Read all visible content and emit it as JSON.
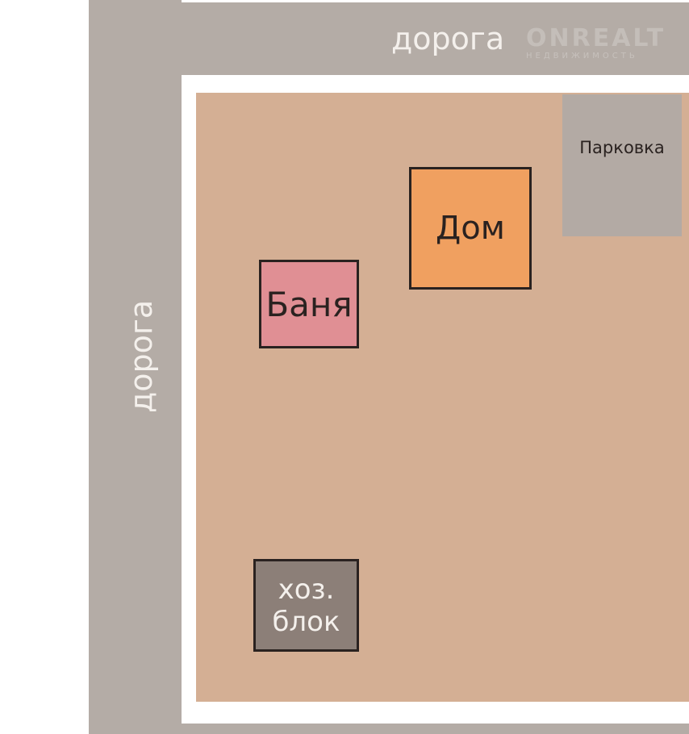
{
  "roads": {
    "top": "дорога",
    "left": "дорога"
  },
  "watermark": {
    "brand": "ONREALT",
    "subtitle": "НЕДВИЖИМОСТЬ"
  },
  "buildings": {
    "parking": "Парковка",
    "house": "Дом",
    "banya": "Баня",
    "shed": "хоз. блок"
  },
  "colors": {
    "road": "#b4aca6",
    "plot": "#d4af94",
    "house": "#f0a060",
    "banya": "#e08f94",
    "shed": "#8c7f78",
    "parking": "#b3aaa4"
  }
}
